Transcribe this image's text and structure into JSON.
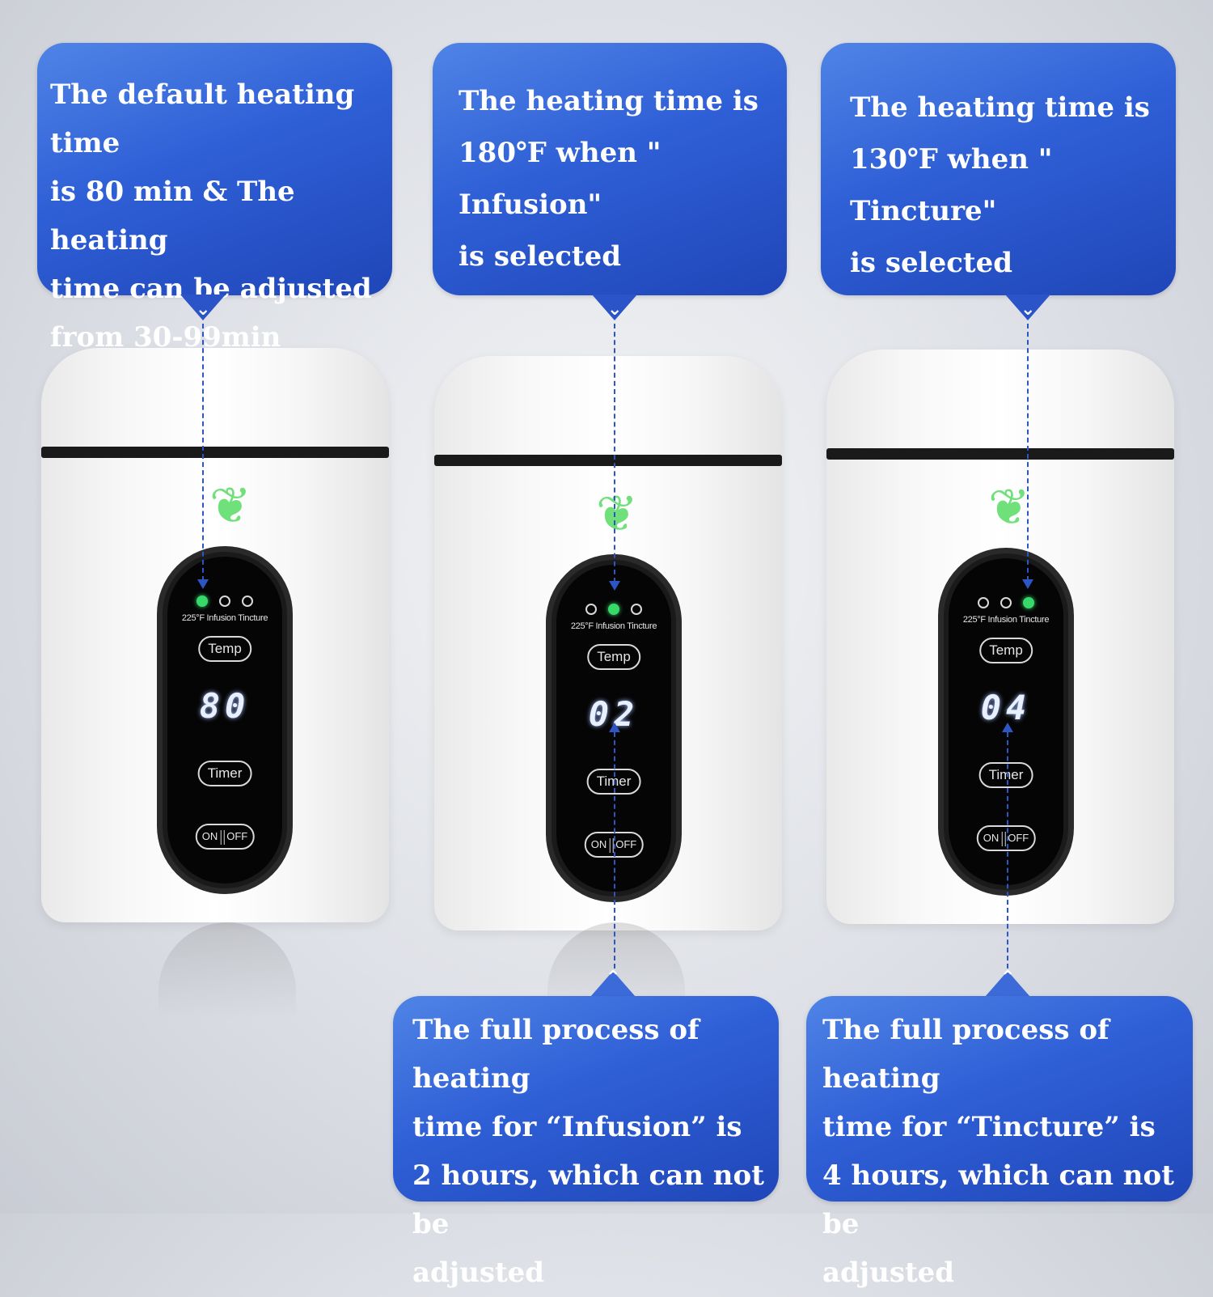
{
  "callouts": {
    "top_left": "The default heating time\nis 80 min & The heating\ntime can be adjusted\nfrom 30-99min",
    "top_middle": "The heating time is\n180℉ when \" Infusion\"\nis selected",
    "top_right": "The heating time is\n130℉ when \" Tincture\"\nis selected",
    "bottom_middle": "The full process of heating\ntime for “Infusion” is\n2 hours, which can not be\nadjusted",
    "bottom_right": "The full process of heating\ntime for “Tincture” is\n4 hours, which can not be\nadjusted"
  },
  "panel_labels": {
    "modes": "225°F Infusion Tincture",
    "temp": "Temp",
    "timer": "Timer",
    "on": "ON",
    "off": "OFF"
  },
  "devices": [
    {
      "display": "80",
      "active_mode": "225°F"
    },
    {
      "display": "02",
      "active_mode": "Infusion"
    },
    {
      "display": "04",
      "active_mode": "Tincture"
    }
  ],
  "colors": {
    "callout_blue": "#2f5fd6",
    "led_green": "#38d96b",
    "panel_black": "#050505"
  },
  "icons": [
    "leaf-icon",
    "chevron-down-icon",
    "chevron-up-icon"
  ]
}
